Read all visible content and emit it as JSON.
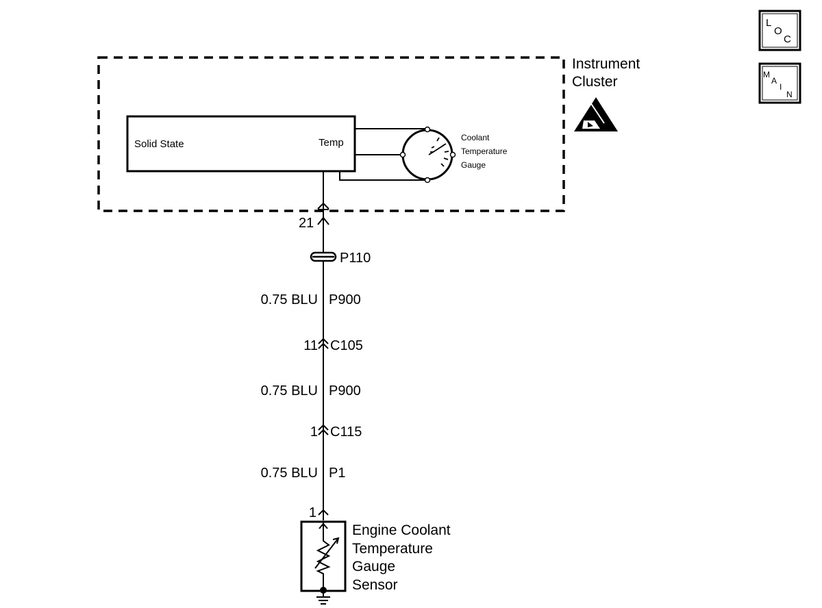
{
  "icons": {
    "loc": {
      "letters": [
        "L",
        "O",
        "C"
      ]
    },
    "main": {
      "letters": [
        "M",
        "A",
        "I",
        "N"
      ]
    }
  },
  "cluster": {
    "title_line1": "Instrument",
    "title_line2": "Cluster",
    "module_label": "Solid State",
    "temp_label": "Temp",
    "gauge_line1": "Coolant",
    "gauge_line2": "Temperature",
    "gauge_line3": "Gauge"
  },
  "circuit": {
    "terminal_cluster": "21",
    "splice": "P110",
    "wire1_size": "0.75 BLU",
    "wire1_circuit": "P900",
    "c105_pin": "11",
    "c105": "C105",
    "wire2_size": "0.75 BLU",
    "wire2_circuit": "P900",
    "c115_pin": "1",
    "c115": "C115",
    "wire3_size": "0.75 BLU",
    "wire3_circuit": "P1",
    "sensor_pin": "1"
  },
  "sensor": {
    "line1": "Engine Coolant",
    "line2": "Temperature",
    "line3": "Gauge",
    "line4": "Sensor"
  }
}
